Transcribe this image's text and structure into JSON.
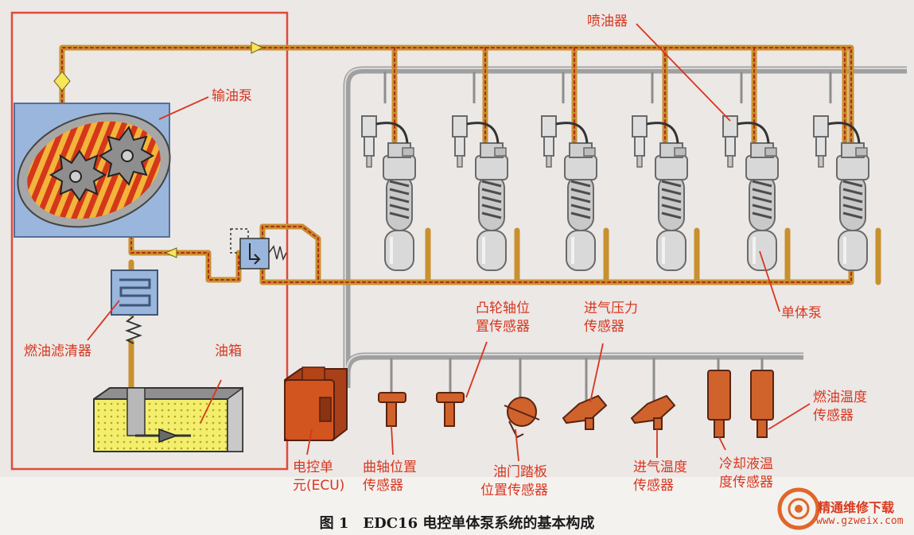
{
  "labels": {
    "injector": "喷油器",
    "transfer_pump": "输油泵",
    "unit_pump": "单体泵",
    "fuel_filter": "燃油滤清器",
    "tank": "油箱",
    "camshaft_line1": "凸轮轴位",
    "camshaft_line2": "置传感器",
    "intake_pressure_line1": "进气压力",
    "intake_pressure_line2": "传感器",
    "fuel_temp_line1": "燃油温度",
    "fuel_temp_line2": "传感器",
    "ecu_line1": "电控单",
    "ecu_line2": "元(ECU)",
    "crank_line1": "曲轴位置",
    "crank_line2": "传感器",
    "throttle_line1": "油门踏板",
    "throttle_line2": "位置传感器",
    "intake_temp_line1": "进气温度",
    "intake_temp_line2": "传感器",
    "coolant_line1": "冷却液温",
    "coolant_line2": "度传感器"
  },
  "caption": "图 1　EDC16 电控单体泵系统的基本构成",
  "watermark": {
    "name": "精通维修下载",
    "url": "www.gzweix.com"
  },
  "colors": {
    "label": "#d8361f",
    "fuel_line": "#c8902e",
    "fuel_dash": "#b52a14",
    "pipe": "#9e9e9e",
    "pump_box": "#9ab6dc",
    "tank_fill": "#f3ee6c",
    "ecu": "#d2541f",
    "sensor": "#d0622c",
    "frame": "#e04a3a"
  },
  "icons": [
    "gear-pump-icon",
    "unit-pump-icon",
    "injector-icon",
    "ecu-box-icon",
    "sensor-icon",
    "filter-icon",
    "pressure-valve-icon"
  ]
}
